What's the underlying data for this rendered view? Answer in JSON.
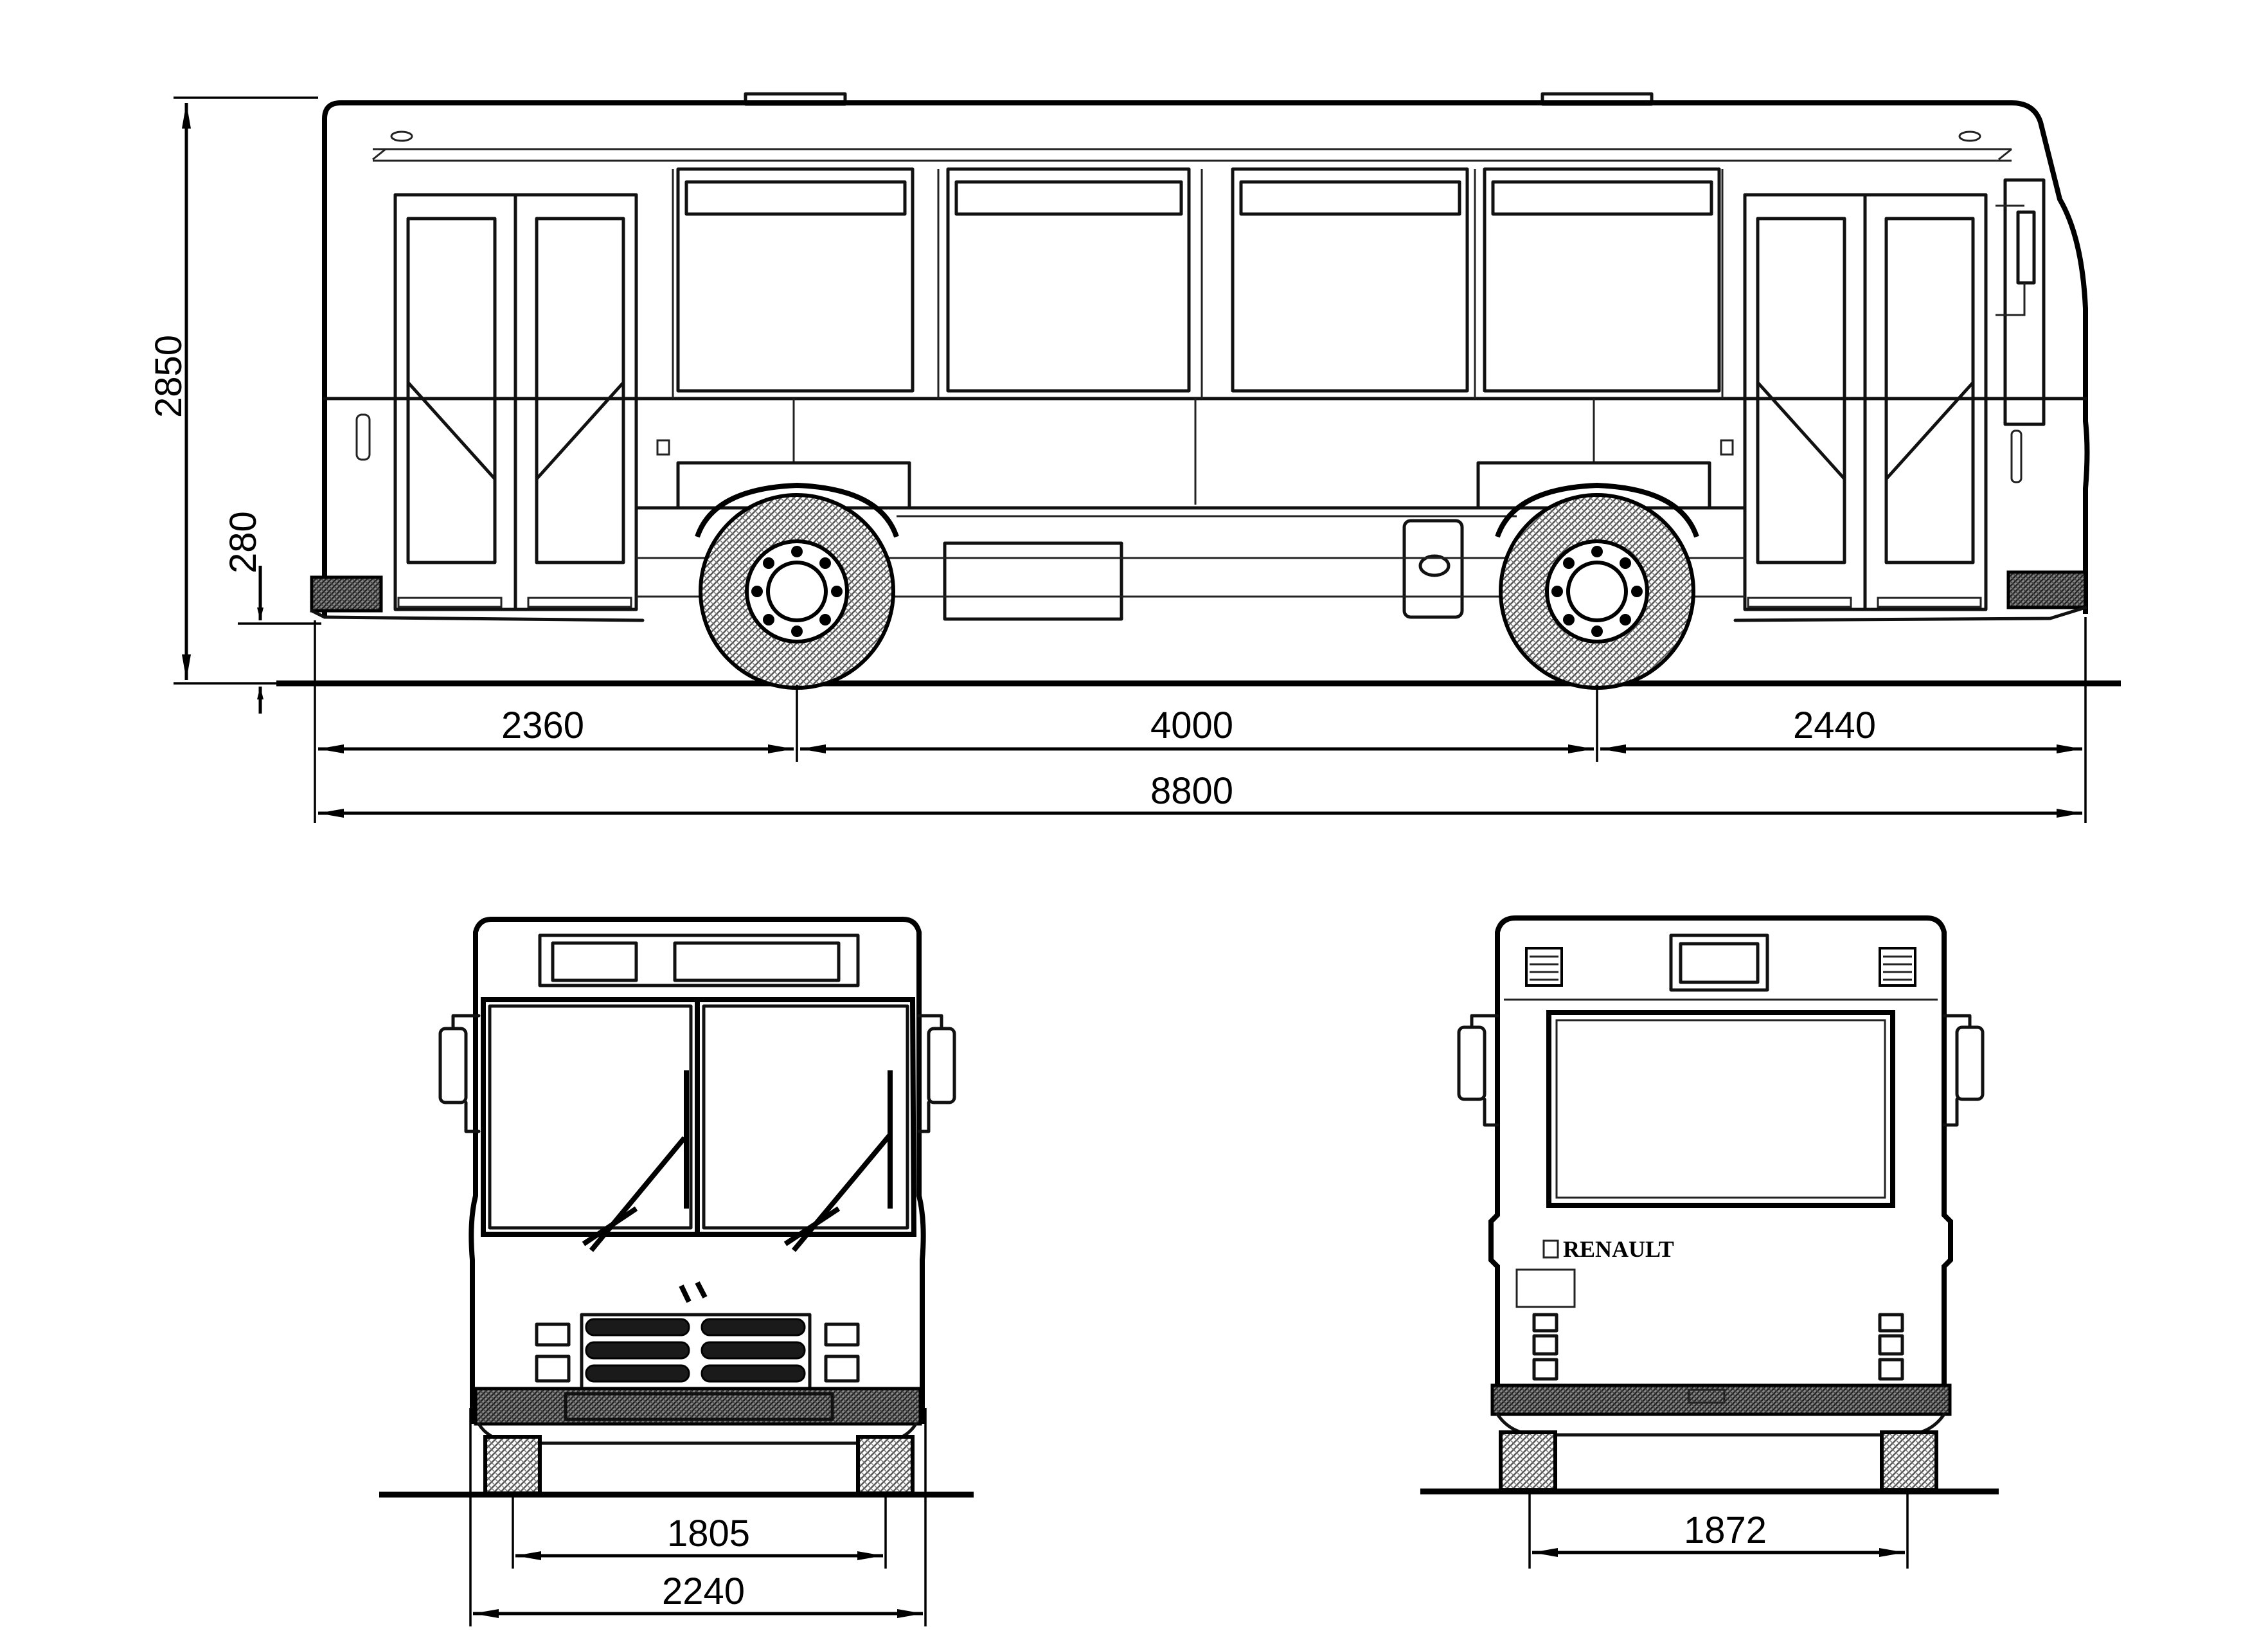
{
  "side_view": {
    "length_overall": "8800",
    "front_overhang": "2360",
    "wheelbase": "4000",
    "rear_overhang": "2440",
    "height": "2850",
    "ground_clearance": "280"
  },
  "front_view": {
    "track": "1805",
    "width": "2240"
  },
  "rear_view": {
    "track": "1872",
    "logo_text": "RENAULT"
  },
  "colors": {
    "line": "#000000",
    "paper": "#ffffff"
  }
}
